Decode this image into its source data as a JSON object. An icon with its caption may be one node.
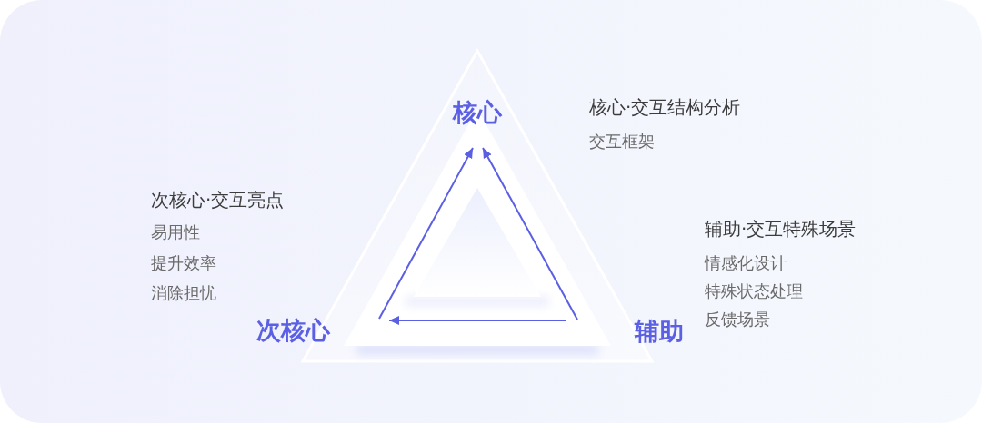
{
  "diagram": {
    "nodes": [
      {
        "text": [
          "核心"
        ],
        "beside": [
          "核心·交互结构分析",
          "交互框架"
        ]
      },
      {
        "text": [
          "次核心"
        ],
        "beside": [
          "次核心·交互亮点",
          "易用性",
          "提升效率",
          "消除担忧"
        ]
      },
      {
        "text": [
          "辅助"
        ],
        "beside": [
          "辅助·交互特殊场景",
          "情感化设计",
          "特殊状态处理",
          "反馈场景"
        ]
      }
    ],
    "edges": [
      {
        "from": 1,
        "to": 0,
        "arrow": "to"
      },
      {
        "from": 2,
        "to": 0,
        "arrow": "to"
      },
      {
        "from": 2,
        "to": 1,
        "arrow": "to"
      }
    ]
  }
}
